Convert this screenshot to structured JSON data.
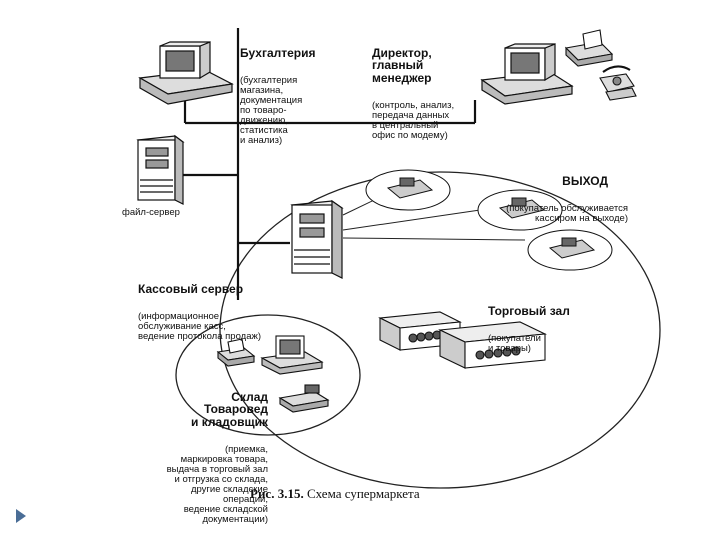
{
  "nodes": {
    "accounting": {
      "title": "Бухгалтерия",
      "detail": "(бухгалтерия\nмагазина,\nдокументация\nпо товаро-\nдвижению,\nстатистика\nи анализ)"
    },
    "director": {
      "title": "Директор,\nглавный\nменеджер",
      "detail": "(контроль, анализ,\nпередача данных\nв центральный\nофис по модему)"
    },
    "file_server": {
      "title": "файл-сервер"
    },
    "exit": {
      "title": "ВЫХОД",
      "detail": "(покупатель обслуживается\nкассиром на выходе)"
    },
    "cash_server": {
      "title": "Кассовый сервер",
      "detail": "(информационное\nобслуживание касс,\nведение протокола продаж)"
    },
    "sales_floor": {
      "title": "Торговый зал",
      "detail": "(покупатели\nи товары)"
    },
    "warehouse": {
      "title": "Склад\nТоваровед\nи кладовщик",
      "detail": "(приемка,\nмаркировка товара,\nвыдача в торговый зал\nи отгрузка со склада,\nдругие складские\nоперации,\nведение складской\nдокументации)"
    }
  },
  "caption": {
    "number": "Рис. 3.15.",
    "text": "Схема супермаркета"
  }
}
